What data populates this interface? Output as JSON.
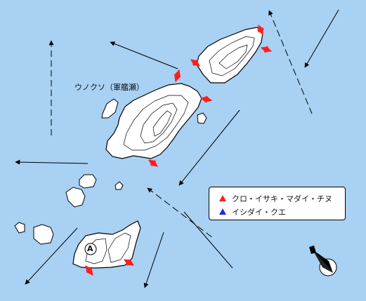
{
  "map": {
    "island_label": "ウノクソ（軍艦瀬）",
    "marker_letter": "A"
  },
  "legend": {
    "items": [
      {
        "label": "クロ・イサキ・マダイ・チヌ",
        "color": "#ff1d1d"
      },
      {
        "label": "イシダイ・クエ",
        "color": "#1c2cdb"
      }
    ]
  },
  "colors": {
    "sea": "#a8d1f3",
    "land": "#ffffff",
    "spot_arrow": "#ff1d1d"
  },
  "icons": {
    "compass": "compass-icon"
  }
}
